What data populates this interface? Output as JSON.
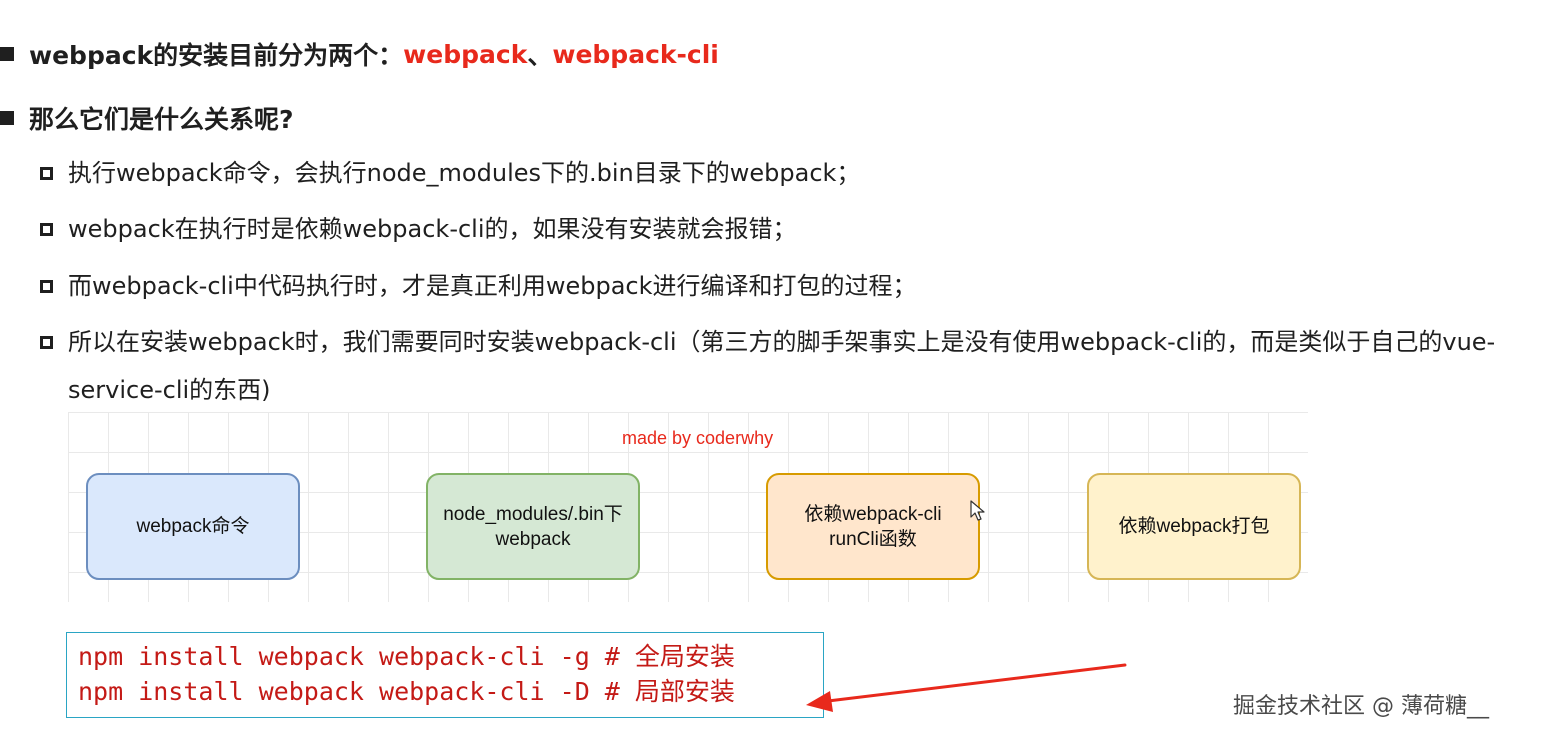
{
  "bullets": {
    "b1": {
      "text": "webpack的安装目前分为两个：",
      "em1": "webpack",
      "sep": "、",
      "em2": "webpack-cli"
    },
    "b2": {
      "text": "那么它们是什么关系呢?"
    },
    "subs": [
      "执行webpack命令，会执行node_modules下的.bin目录下的webpack；",
      "webpack在执行时是依赖webpack-cli的，如果没有安装就会报错；",
      "而webpack-cli中代码执行时，才是真正利用webpack进行编译和打包的过程；",
      "所以在安装webpack时，我们需要同时安装webpack-cli（第三方的脚手架事实上是没有使用webpack-cli的，而是类似于自己的vue-service-cli的东西)"
    ]
  },
  "diagram": {
    "credit": "made by coderwhy",
    "nodes": [
      {
        "line1": "webpack命令",
        "line2": "",
        "fill": "#dae8fc",
        "stroke": "#6c8ebf"
      },
      {
        "line1": "node_modules/.bin下",
        "line2": "webpack",
        "fill": "#d5e8d4",
        "stroke": "#82b366"
      },
      {
        "line1": "依赖webpack-cli",
        "line2": "runCli函数",
        "fill": "#ffe6cc",
        "stroke": "#d79b00"
      },
      {
        "line1": "依赖webpack打包",
        "line2": "",
        "fill": "#fff2cc",
        "stroke": "#d6b656"
      }
    ]
  },
  "code": {
    "lines": [
      "npm install webpack webpack-cli -g # 全局安装",
      "npm install webpack webpack-cli -D # 局部安装"
    ],
    "color": "#c41a16",
    "border": "#2aa5c4"
  },
  "annotation": {
    "arrow_color": "#e8291c"
  },
  "watermark": "掘金技术社区 @ 薄荷糖__",
  "icons": [
    "bullet-square-icon",
    "hollow-square-icon",
    "mouse-cursor-icon",
    "arrow-icon"
  ]
}
